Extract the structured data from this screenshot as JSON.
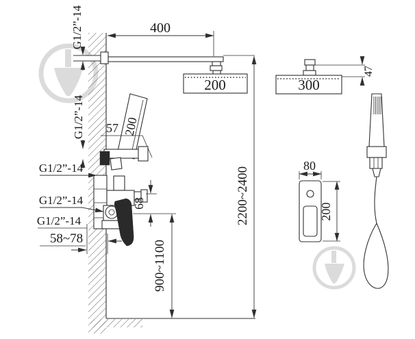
{
  "diagram": {
    "type": "technical-installation-drawing",
    "subject": "wall-mounted shower system with overhead rain head, hand shower and concealed mixer",
    "units": "mm"
  },
  "dims": {
    "arm_length": "400",
    "head_left_width": "200",
    "head_right_width": "300",
    "head_height": "47",
    "holder_offset": "57",
    "handshower_length": "200",
    "outlet_spacing": "68",
    "depth_range": "58~78",
    "mixer_height_range": "900~1100",
    "head_height_range": "2200~2400",
    "plate_width": "80",
    "plate_height": "200"
  },
  "threads": {
    "arm": "G1/2”-14",
    "holder": "G1/2”-14",
    "valve_top": "G1/2”-14",
    "valve_inlet": "G1/2”-14",
    "valve_bottom": "G1/2”-14"
  },
  "colors": {
    "line": "#2f2f2f",
    "text": "#1b1b1b",
    "watermark": "#c9c9c9",
    "background": "#ffffff"
  }
}
